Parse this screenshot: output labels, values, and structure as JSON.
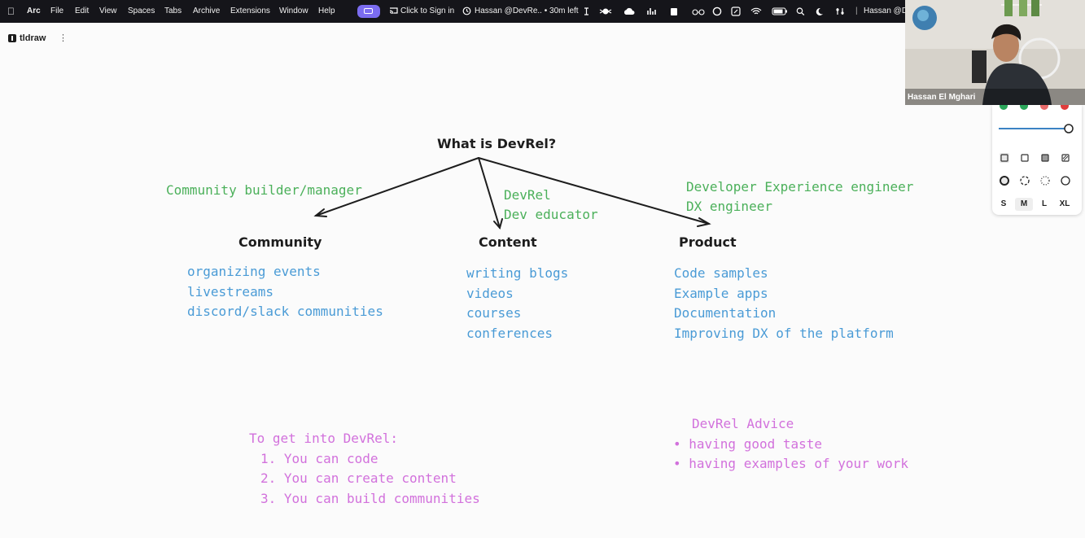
{
  "menubar": {
    "app_name": "Arc",
    "menus": [
      "File",
      "Edit",
      "View",
      "Spaces",
      "Tabs",
      "Archive",
      "Extensions",
      "Window",
      "Help"
    ],
    "sign_in": "Click to Sign in",
    "meeting": "Hassan @DevRe.. • 30m left",
    "user_trunc": "Hassan @De"
  },
  "app": {
    "name": "tldraw",
    "menu_icon": "⋮"
  },
  "diagram": {
    "root": "What is DevRel?",
    "branches": [
      {
        "title": "Community",
        "roles": [
          "Community builder/manager"
        ],
        "items": [
          "organizing events",
          "livestreams",
          "discord/slack communities"
        ]
      },
      {
        "title": "Content",
        "roles": [
          "DevRel",
          "Dev educator"
        ],
        "items": [
          "writing blogs",
          "videos",
          "courses",
          "conferences"
        ]
      },
      {
        "title": "Product",
        "roles": [
          "Developer Experience engineer",
          "DX engineer"
        ],
        "items": [
          "Code samples",
          "Example apps",
          "Documentation",
          "Improving DX of the platform"
        ]
      }
    ]
  },
  "notes": {
    "get_into": {
      "title": "To get into DevRel:",
      "items": [
        "1. You can code",
        "2. You can create content",
        "3. You can build communities"
      ]
    },
    "advice": {
      "title": "DevRel Advice",
      "items": [
        "• having good taste",
        "• having examples of your work"
      ]
    }
  },
  "video": {
    "participant": "Hassan El Mghari"
  },
  "style_panel": {
    "sizes": [
      "S",
      "M",
      "L",
      "XL"
    ],
    "selected_size": "M",
    "colors": [
      "#2aa65a",
      "#2aa65a",
      "#e86a6a",
      "#e03c3c"
    ]
  }
}
